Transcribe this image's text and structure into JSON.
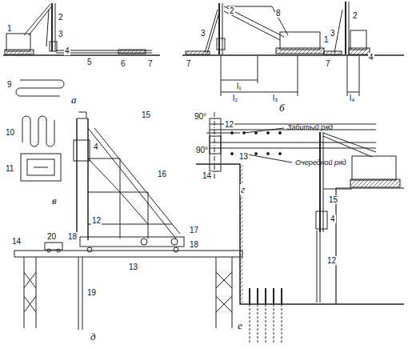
{
  "diagram": {
    "labels": [
      "1",
      "2",
      "3",
      "4",
      "5",
      "6",
      "7",
      "а",
      "2",
      "8",
      "3",
      "1",
      "7",
      "l₁",
      "l₂",
      "l₃",
      "б",
      "3",
      "2",
      "7",
      "4",
      "l₄",
      "9",
      "10",
      "11",
      "в",
      "90°",
      "12",
      "13",
      "14",
      "90°",
      "Забитый ряд",
      "Очередной ряд",
      "г",
      "15",
      "4",
      "16",
      "12",
      "18",
      "17",
      "18",
      "14",
      "20",
      "13",
      "19",
      "д",
      "4",
      "15",
      "12",
      "е"
    ]
  }
}
